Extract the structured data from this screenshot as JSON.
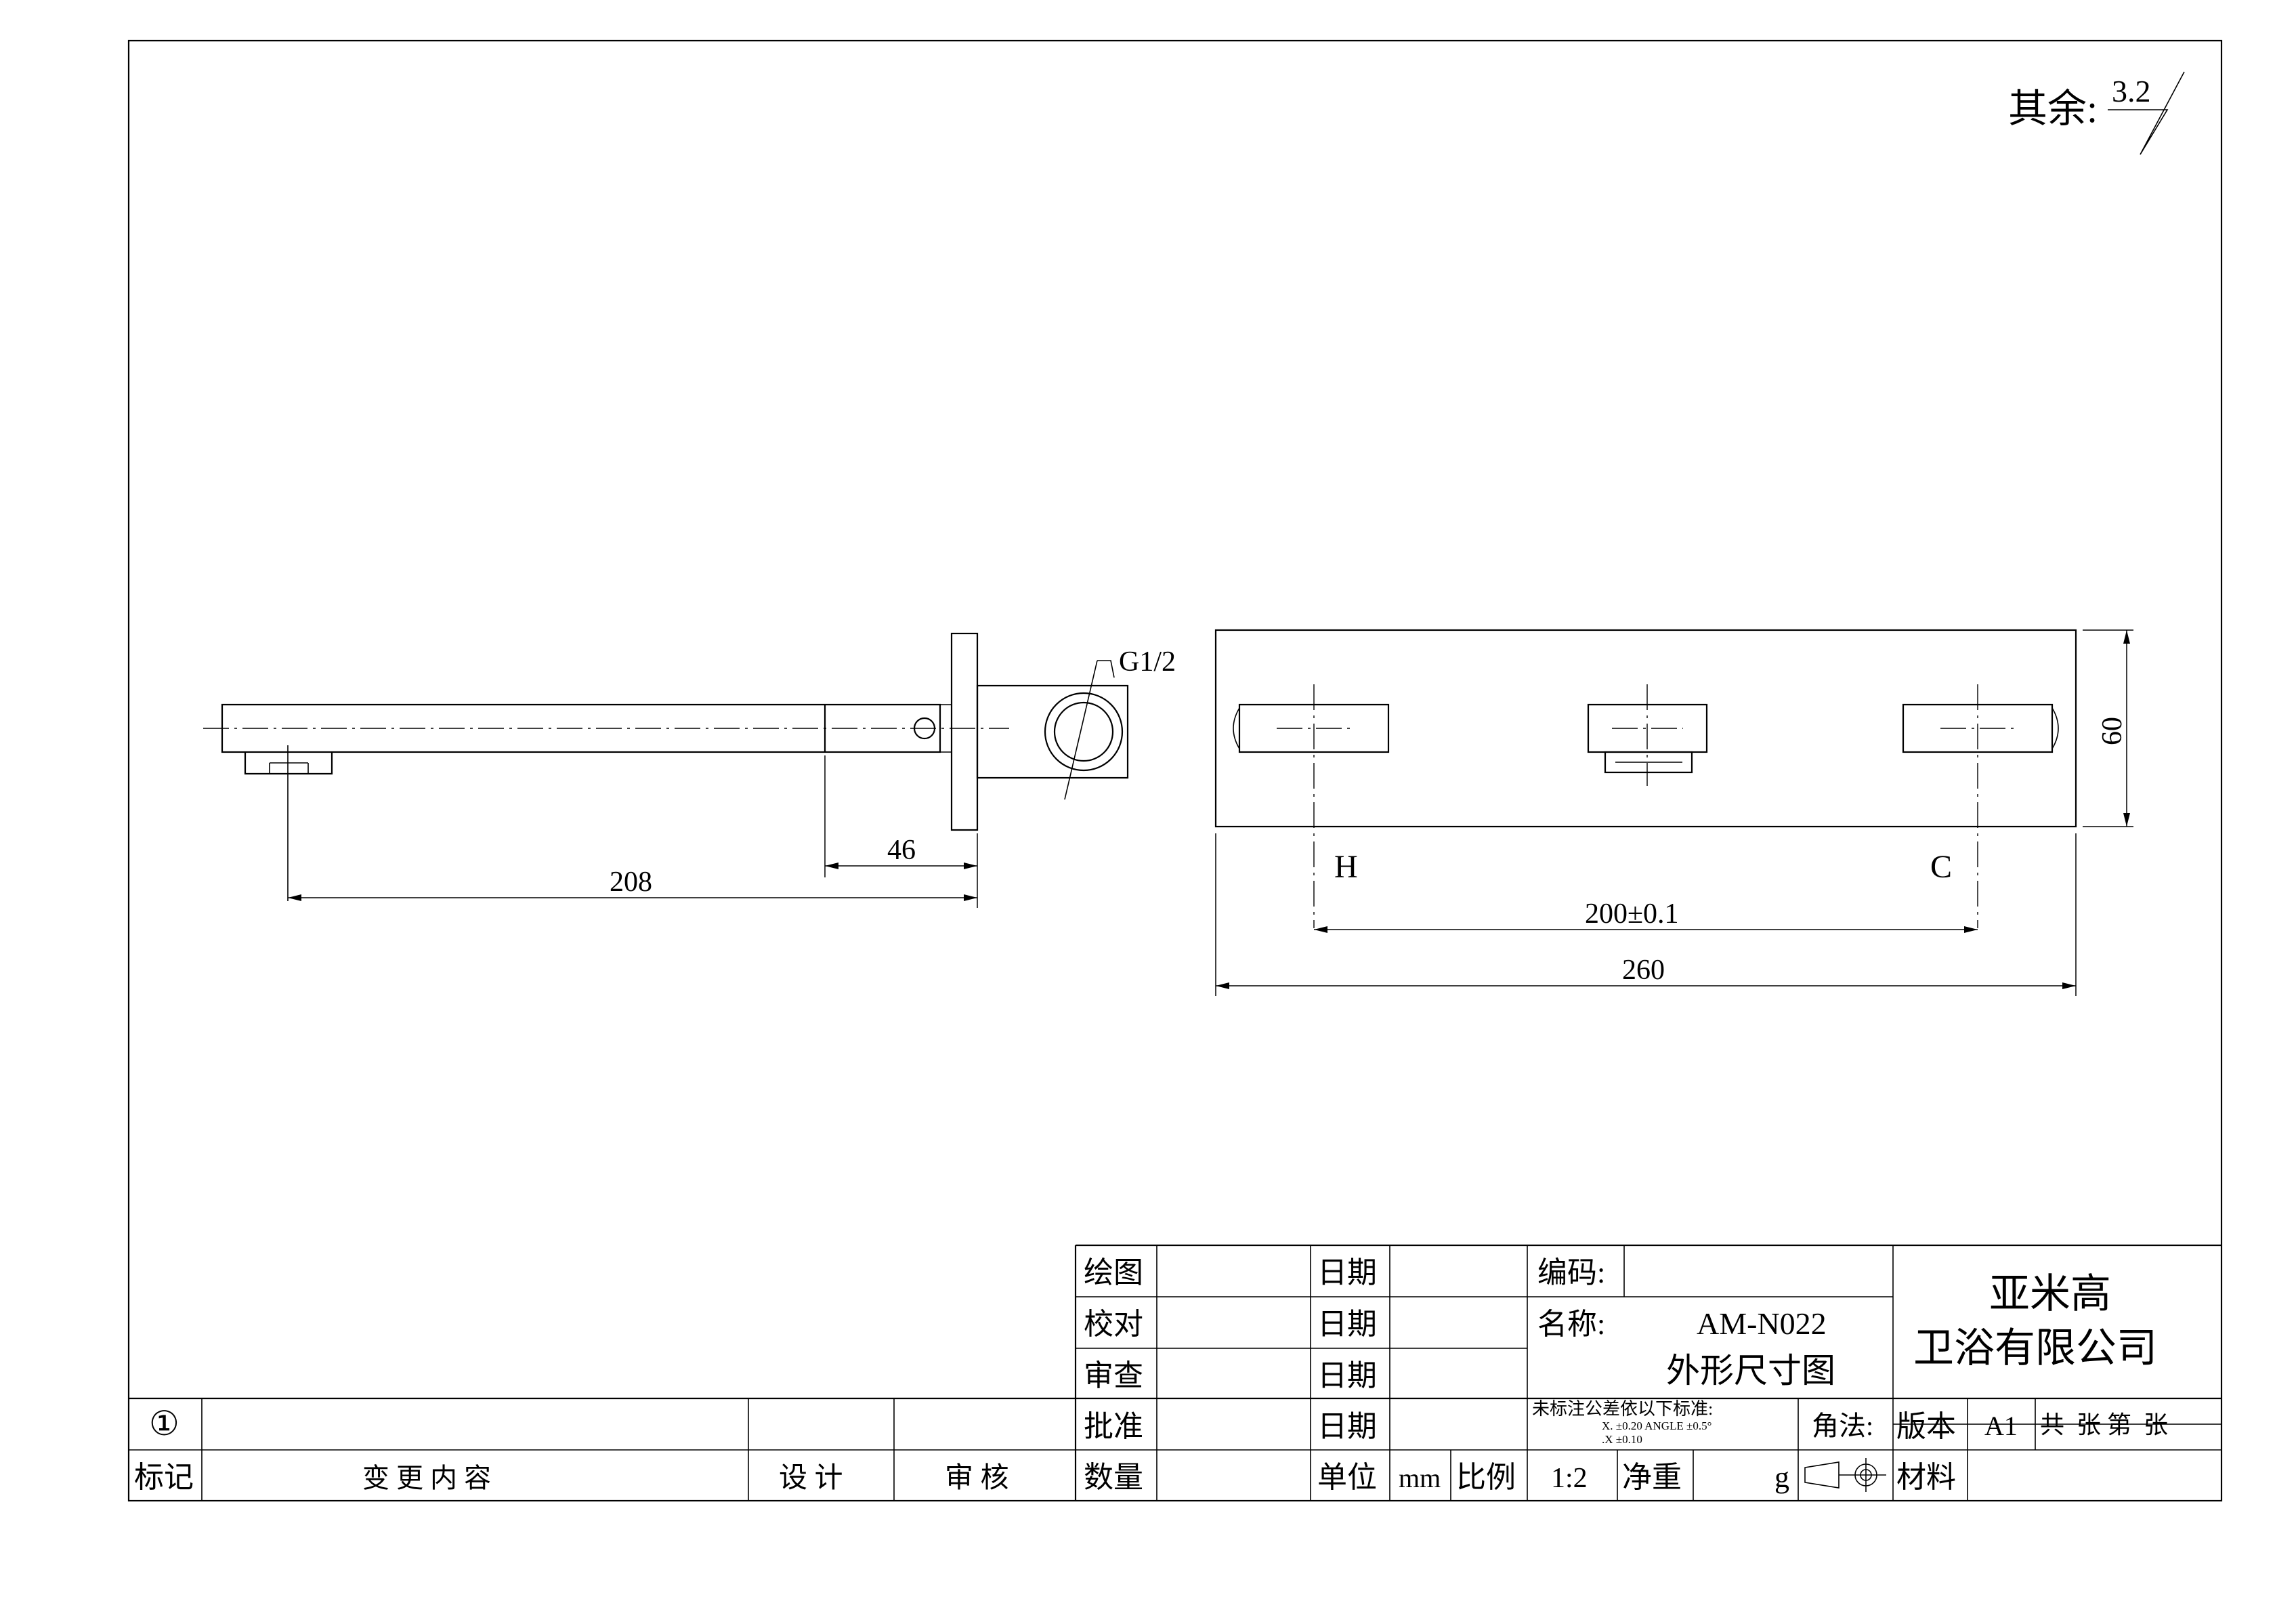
{
  "surface_note": {
    "label": "其余:",
    "value": "3.2"
  },
  "side_view": {
    "thread_label": "G1/2",
    "dim_spout_length": "208",
    "dim_sleeve_length": "46"
  },
  "front_view": {
    "hot_label": "H",
    "cold_label": "C",
    "dim_centers": "200±0.1",
    "dim_width": "260",
    "dim_height": "60"
  },
  "title_block": {
    "rows": {
      "drawn_label": "绘图",
      "checked_label": "校对",
      "reviewed_label": "审查",
      "approved_label": "批准",
      "quantity_label": "数量",
      "date_label": "日期",
      "unit_label": "单位",
      "unit_value": "mm",
      "scale_label": "比例",
      "scale_value": "1:2",
      "net_weight_label": "净重",
      "weight_unit": "g"
    },
    "code_label": "编码:",
    "name_label": "名称:",
    "model": "AM-N022",
    "drawing_title": "外形尺寸图",
    "tolerance_title": "未标注公差依以下标准:",
    "tolerance_line1": "X.      ±0.20  ANGLE  ±0.5°",
    "tolerance_line2": ".X      ±0.10",
    "projection_label": "角法:",
    "company_line1": "亚米高",
    "company_line2": "卫浴有限公司",
    "revision_label": "版本",
    "revision_value": "A1",
    "sheets_text": "共  张 第  张",
    "material_label": "材料"
  },
  "revision_block": {
    "mark_symbol": "①",
    "mark_label": "标记",
    "change_label": "变 更 内 容",
    "design_label": "设 计",
    "review_label": "审 核"
  }
}
